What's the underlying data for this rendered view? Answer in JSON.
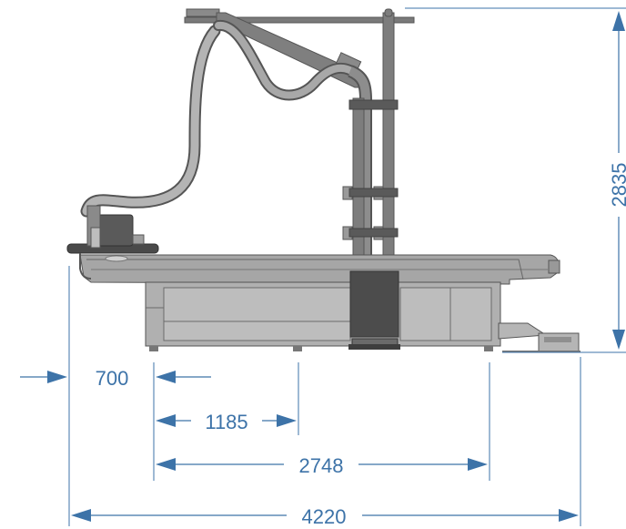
{
  "colors": {
    "dimension": "#3d73a8",
    "machine_body": "#a3a3a3",
    "machine_dark": "#4a4a4a",
    "machine_mid": "#7a7a7a",
    "machine_light": "#c9c9c9",
    "outline": "#555555"
  },
  "dimensions": {
    "height": "2835",
    "d700": "700",
    "d1185": "1185",
    "d2748": "2748",
    "d4220": "4220"
  }
}
